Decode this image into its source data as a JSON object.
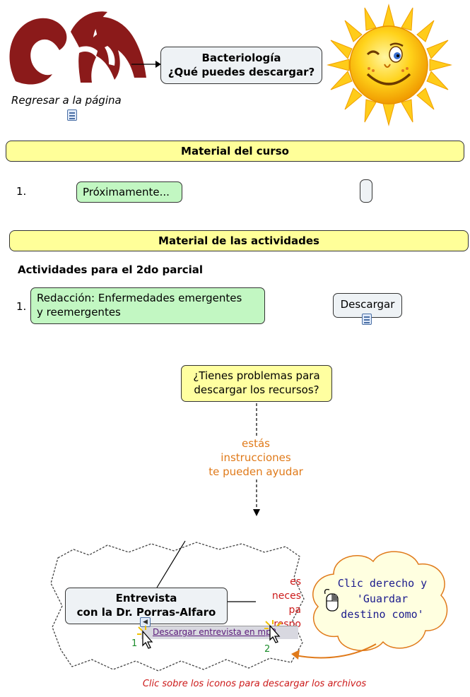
{
  "header": {
    "title_line1": "Bacteriología",
    "title_line2": "¿Qué puedes descargar?",
    "back_link_label": "Regresar a la página",
    "logo_icon": "horse-head-logo-icon",
    "sun_icon": "winking-sun-icon"
  },
  "course_material": {
    "banner": "Material del curso",
    "items": [
      {
        "number": "1.",
        "label": "Próximamente...",
        "button_label": ""
      }
    ]
  },
  "activities_material": {
    "banner": "Material de las actividades",
    "section_heading": "Actividades para el 2do parcial",
    "items": [
      {
        "number": "1.",
        "label_line1": "Redacción: Enfermedades emergentes",
        "label_line2": "y reemergentes",
        "button_label": "Descargar"
      }
    ]
  },
  "help": {
    "question_line1": "¿Tienes problemas para",
    "question_line2": "descargar los recursos?",
    "link_line1": "estás",
    "link_line2": "instrucciones",
    "link_line3": "te pueden ayudar"
  },
  "tutorial": {
    "interview_line1": "Entrevista",
    "interview_line2": "con la Dr. Porras-Alfaro",
    "download_link": "Descargar entrevista en mp3",
    "step1": "1",
    "step2": "2",
    "fragment_line1": "es",
    "fragment_line2": "neces",
    "fragment_line3": "pa",
    "fragment_line4": "respo",
    "cloud_line1": "Clic derecho y",
    "cloud_line2": "'Guardar",
    "cloud_line3": "destino como'",
    "footer_note": "Clic sobre los iconos para descargar los archivos"
  },
  "colors": {
    "banner": "#ffff99",
    "green_node": "#c2f7c2",
    "gray_node": "#eef2f5",
    "logo": "#8b1a1a",
    "link_orange": "#e07a1a",
    "note_red": "#cc1a1a",
    "cloud_text": "#1a1a8c"
  }
}
